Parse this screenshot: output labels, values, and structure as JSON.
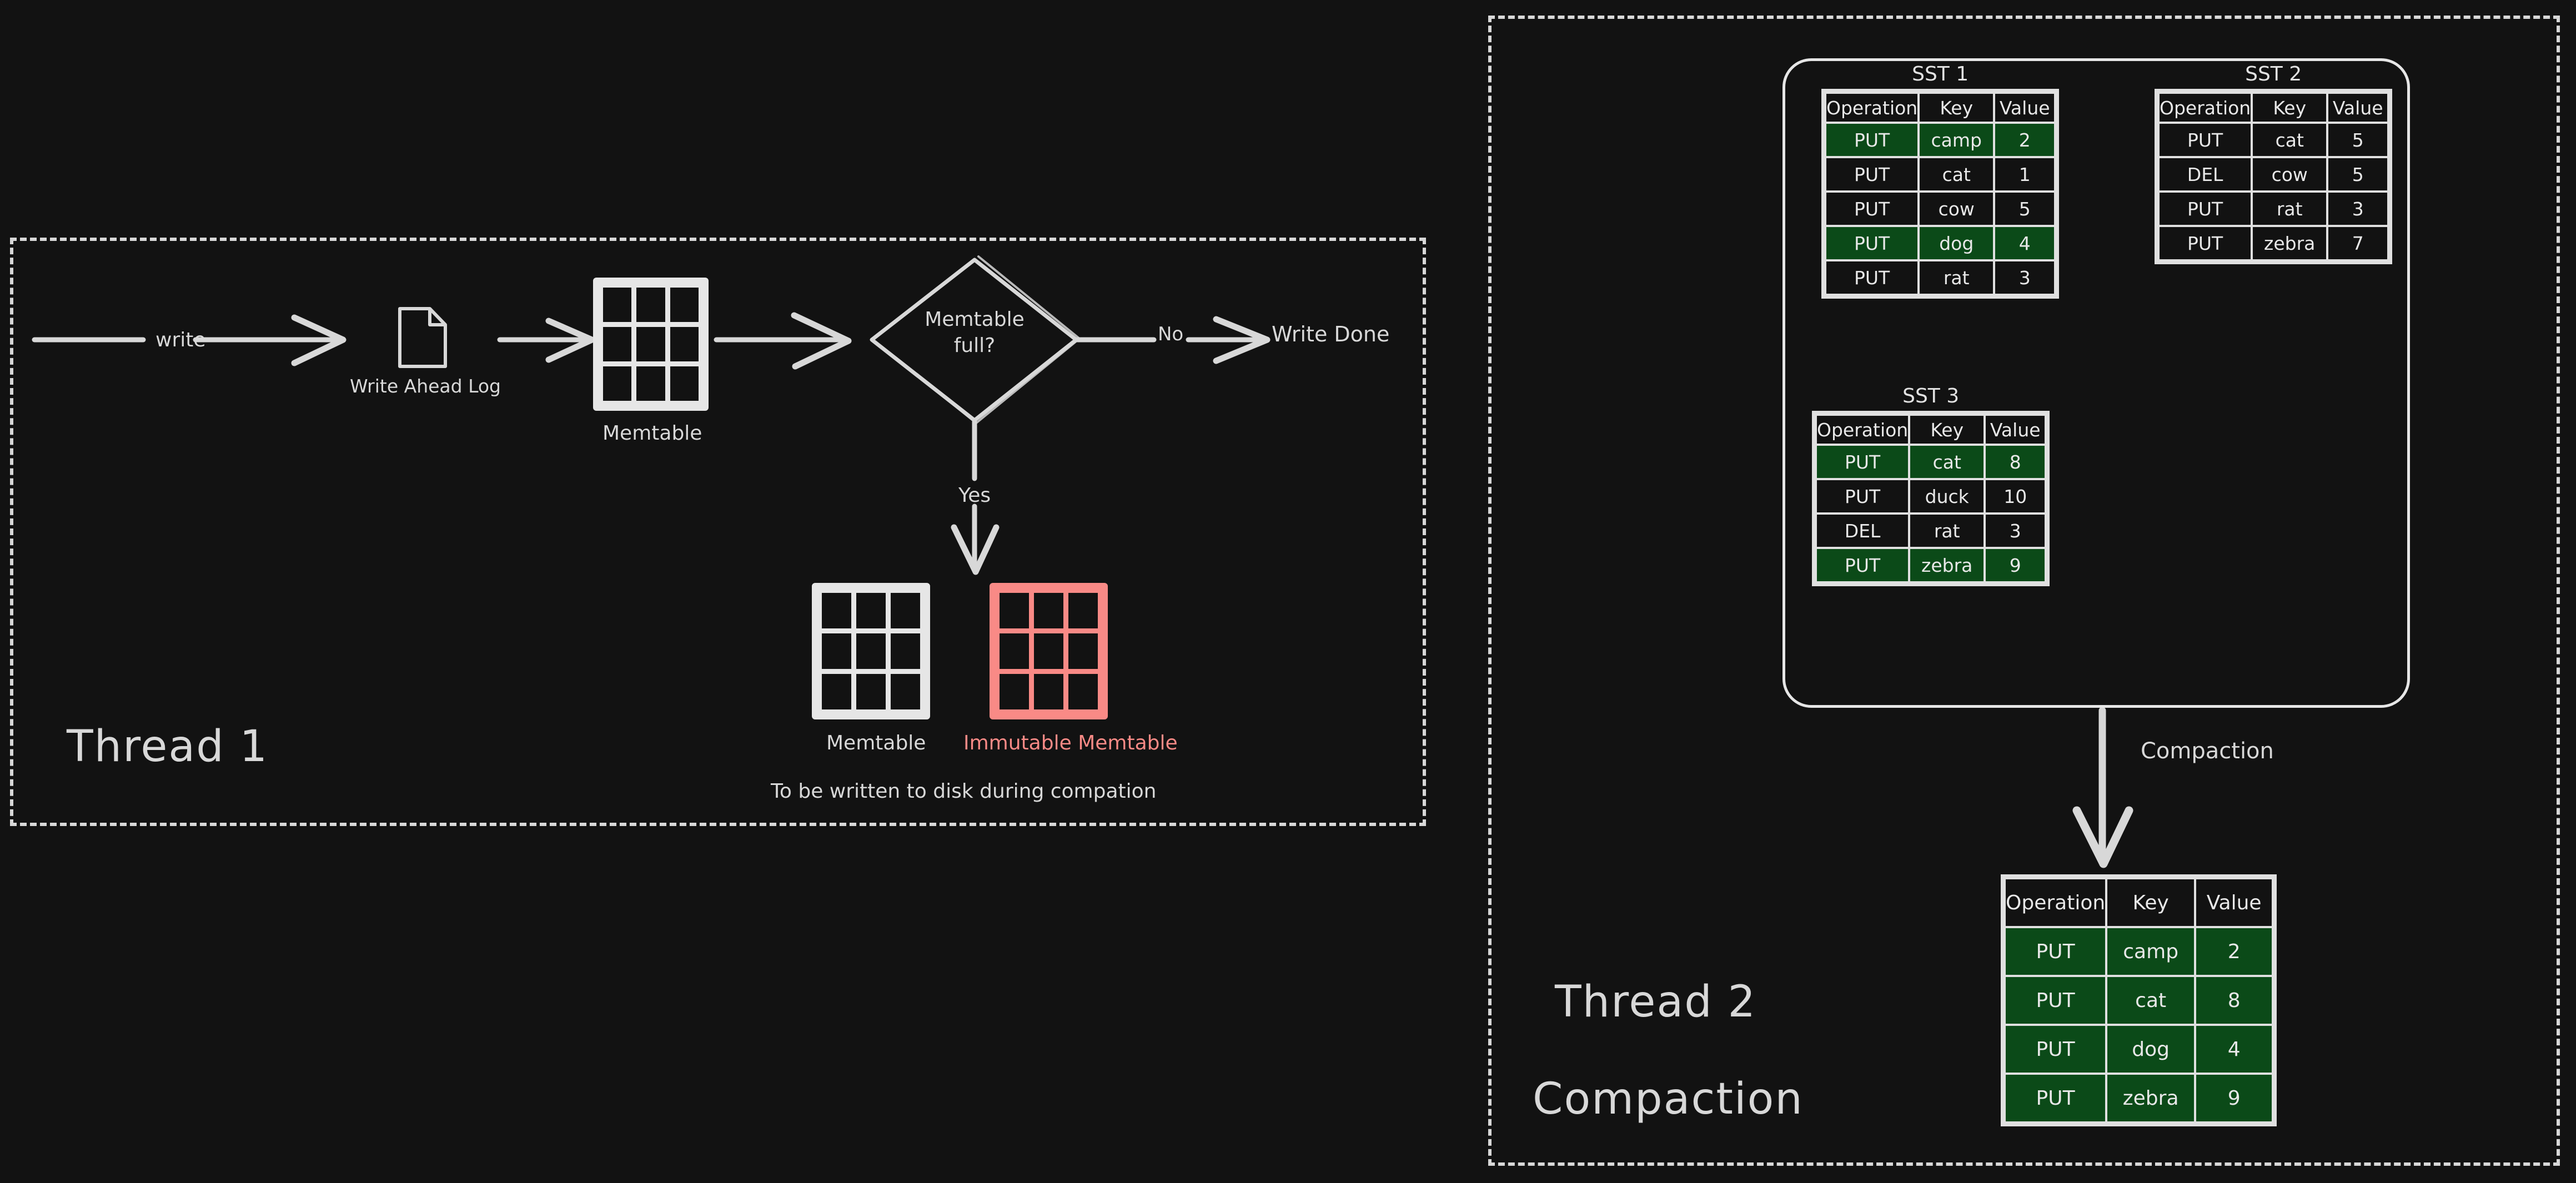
{
  "canvas": {
    "background": "#121212",
    "stroke": "#d8d8d8",
    "green": "#0b4a18",
    "red": "#f98a86"
  },
  "thread1": {
    "label": "Thread 1",
    "flow": {
      "write_label": "write",
      "wal_label": "Write Ahead Log",
      "wal_icon": "document-icon",
      "memtable_label": "Memtable",
      "decision_line1": "Memtable",
      "decision_line2": "full?",
      "branch_no": "No",
      "branch_no_target": "Write Done",
      "branch_yes": "Yes"
    },
    "result": {
      "memtable_label": "Memtable",
      "immutable_label": "Immutable Memtable",
      "note": "To be written to disk during compation"
    }
  },
  "thread2": {
    "label": "Thread 2",
    "sublabel": "Compaction",
    "compaction_arrow_label": "Compaction",
    "columns": [
      "Operation",
      "Key",
      "Value"
    ],
    "ssts": [
      {
        "title": "SST 1",
        "rows": [
          {
            "op": "PUT",
            "key": "camp",
            "value": "2",
            "highlight": true
          },
          {
            "op": "PUT",
            "key": "cat",
            "value": "1",
            "highlight": false
          },
          {
            "op": "PUT",
            "key": "cow",
            "value": "5",
            "highlight": false
          },
          {
            "op": "PUT",
            "key": "dog",
            "value": "4",
            "highlight": true
          },
          {
            "op": "PUT",
            "key": "rat",
            "value": "3",
            "highlight": false
          }
        ]
      },
      {
        "title": "SST 2",
        "rows": [
          {
            "op": "PUT",
            "key": "cat",
            "value": "5",
            "highlight": false
          },
          {
            "op": "DEL",
            "key": "cow",
            "value": "5",
            "highlight": false
          },
          {
            "op": "PUT",
            "key": "rat",
            "value": "3",
            "highlight": false
          },
          {
            "op": "PUT",
            "key": "zebra",
            "value": "7",
            "highlight": false
          }
        ]
      },
      {
        "title": "SST 3",
        "rows": [
          {
            "op": "PUT",
            "key": "cat",
            "value": "8",
            "highlight": true
          },
          {
            "op": "PUT",
            "key": "duck",
            "value": "10",
            "highlight": false
          },
          {
            "op": "DEL",
            "key": "rat",
            "value": "3",
            "highlight": false
          },
          {
            "op": "PUT",
            "key": "zebra",
            "value": "9",
            "highlight": true
          }
        ]
      }
    ],
    "result_table": {
      "title": "",
      "rows": [
        {
          "op": "PUT",
          "key": "camp",
          "value": "2",
          "highlight": true
        },
        {
          "op": "PUT",
          "key": "cat",
          "value": "8",
          "highlight": true
        },
        {
          "op": "PUT",
          "key": "dog",
          "value": "4",
          "highlight": true
        },
        {
          "op": "PUT",
          "key": "zebra",
          "value": "9",
          "highlight": true
        }
      ]
    }
  }
}
